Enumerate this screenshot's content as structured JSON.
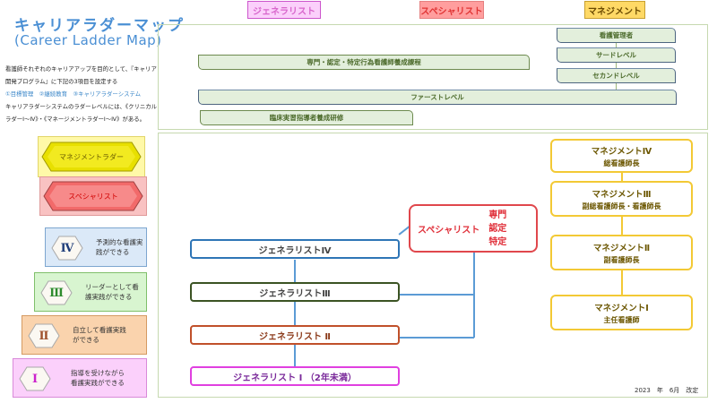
{
  "header": {
    "title_jp": "キャリアラダーマップ",
    "title_en": "(Career Ladder Map)",
    "intro_line1": "看護師それぞれのキャリアアップを目的として、『キャリア開発プログラム』に下記の3項目を設定する",
    "intro_highlight": "①目標管理　②継続教育　③キャリアラダーシステム",
    "intro_line2": "キャリアラダーシステムのラダーレベルには、《クリニカルラダーⅠ～Ⅳ》・《マネージメントラダーⅠ～Ⅳ》がある。"
  },
  "category_tabs": {
    "generalist": "ジェネラリスト",
    "specialist": "スペシャリスト",
    "management": "マネジメント"
  },
  "top_panel": {
    "bars": {
      "nurse_manager": "看護管理者",
      "third_level": "サードレベル",
      "second_level": "セカンドレベル",
      "specialist_course": "専門・認定・特定行為看護師養成課程",
      "first_level": "ファーストレベル",
      "clinical_instructor": "臨床実習指導者養成研修"
    }
  },
  "legend": {
    "management_ladder": "マネジメントラダー",
    "specialist": "スペシャリスト",
    "levels": [
      {
        "numeral": "Ⅳ",
        "text": "予測的な看護実践ができる",
        "color": "#1f3d7a",
        "bg": "#dbe9f8",
        "border": "#7da6d0"
      },
      {
        "numeral": "Ⅲ",
        "text": "リーダーとして看護実践ができる",
        "color": "#2e8b2e",
        "bg": "#d8f5d0",
        "border": "#7fbf6a"
      },
      {
        "numeral": "Ⅱ",
        "text": "自立して看護実践ができる",
        "color": "#a0522d",
        "bg": "#fad3ad",
        "border": "#d59a62"
      },
      {
        "numeral": "Ⅰ",
        "text": "指導を受けながら看護実践ができる",
        "color": "#cc22cc",
        "bg": "#fbd0fb",
        "border": "#d98ad9"
      }
    ]
  },
  "generalist_ladder": [
    {
      "label": "ジェネラリストⅣ",
      "border": "#2e75b6",
      "color": "#444444"
    },
    {
      "label": "ジェネラリストⅢ",
      "border": "#3b5323",
      "color": "#444444"
    },
    {
      "label": "ジェネラリスト Ⅱ",
      "border": "#c0502a",
      "color": "#8b3a1a"
    },
    {
      "label": "ジェネラリスト Ⅰ （2年未満）",
      "border": "#e040e0",
      "color": "#7a2a9a"
    }
  ],
  "specialist_box": {
    "label": "スペシャリスト",
    "types": [
      "専門",
      "認定",
      "特定"
    ]
  },
  "management_ladder": [
    {
      "title": "マネジメントⅣ",
      "role": "総看護師長"
    },
    {
      "title": "マネジメントⅢ",
      "role": "副総看護師長・看護師長"
    },
    {
      "title": "マネジメントⅡ",
      "role": "副看護師長"
    },
    {
      "title": "マネジメントⅠ",
      "role": "主任看護師"
    }
  ],
  "footer": {
    "revision": "2023　年　6月　改定"
  }
}
